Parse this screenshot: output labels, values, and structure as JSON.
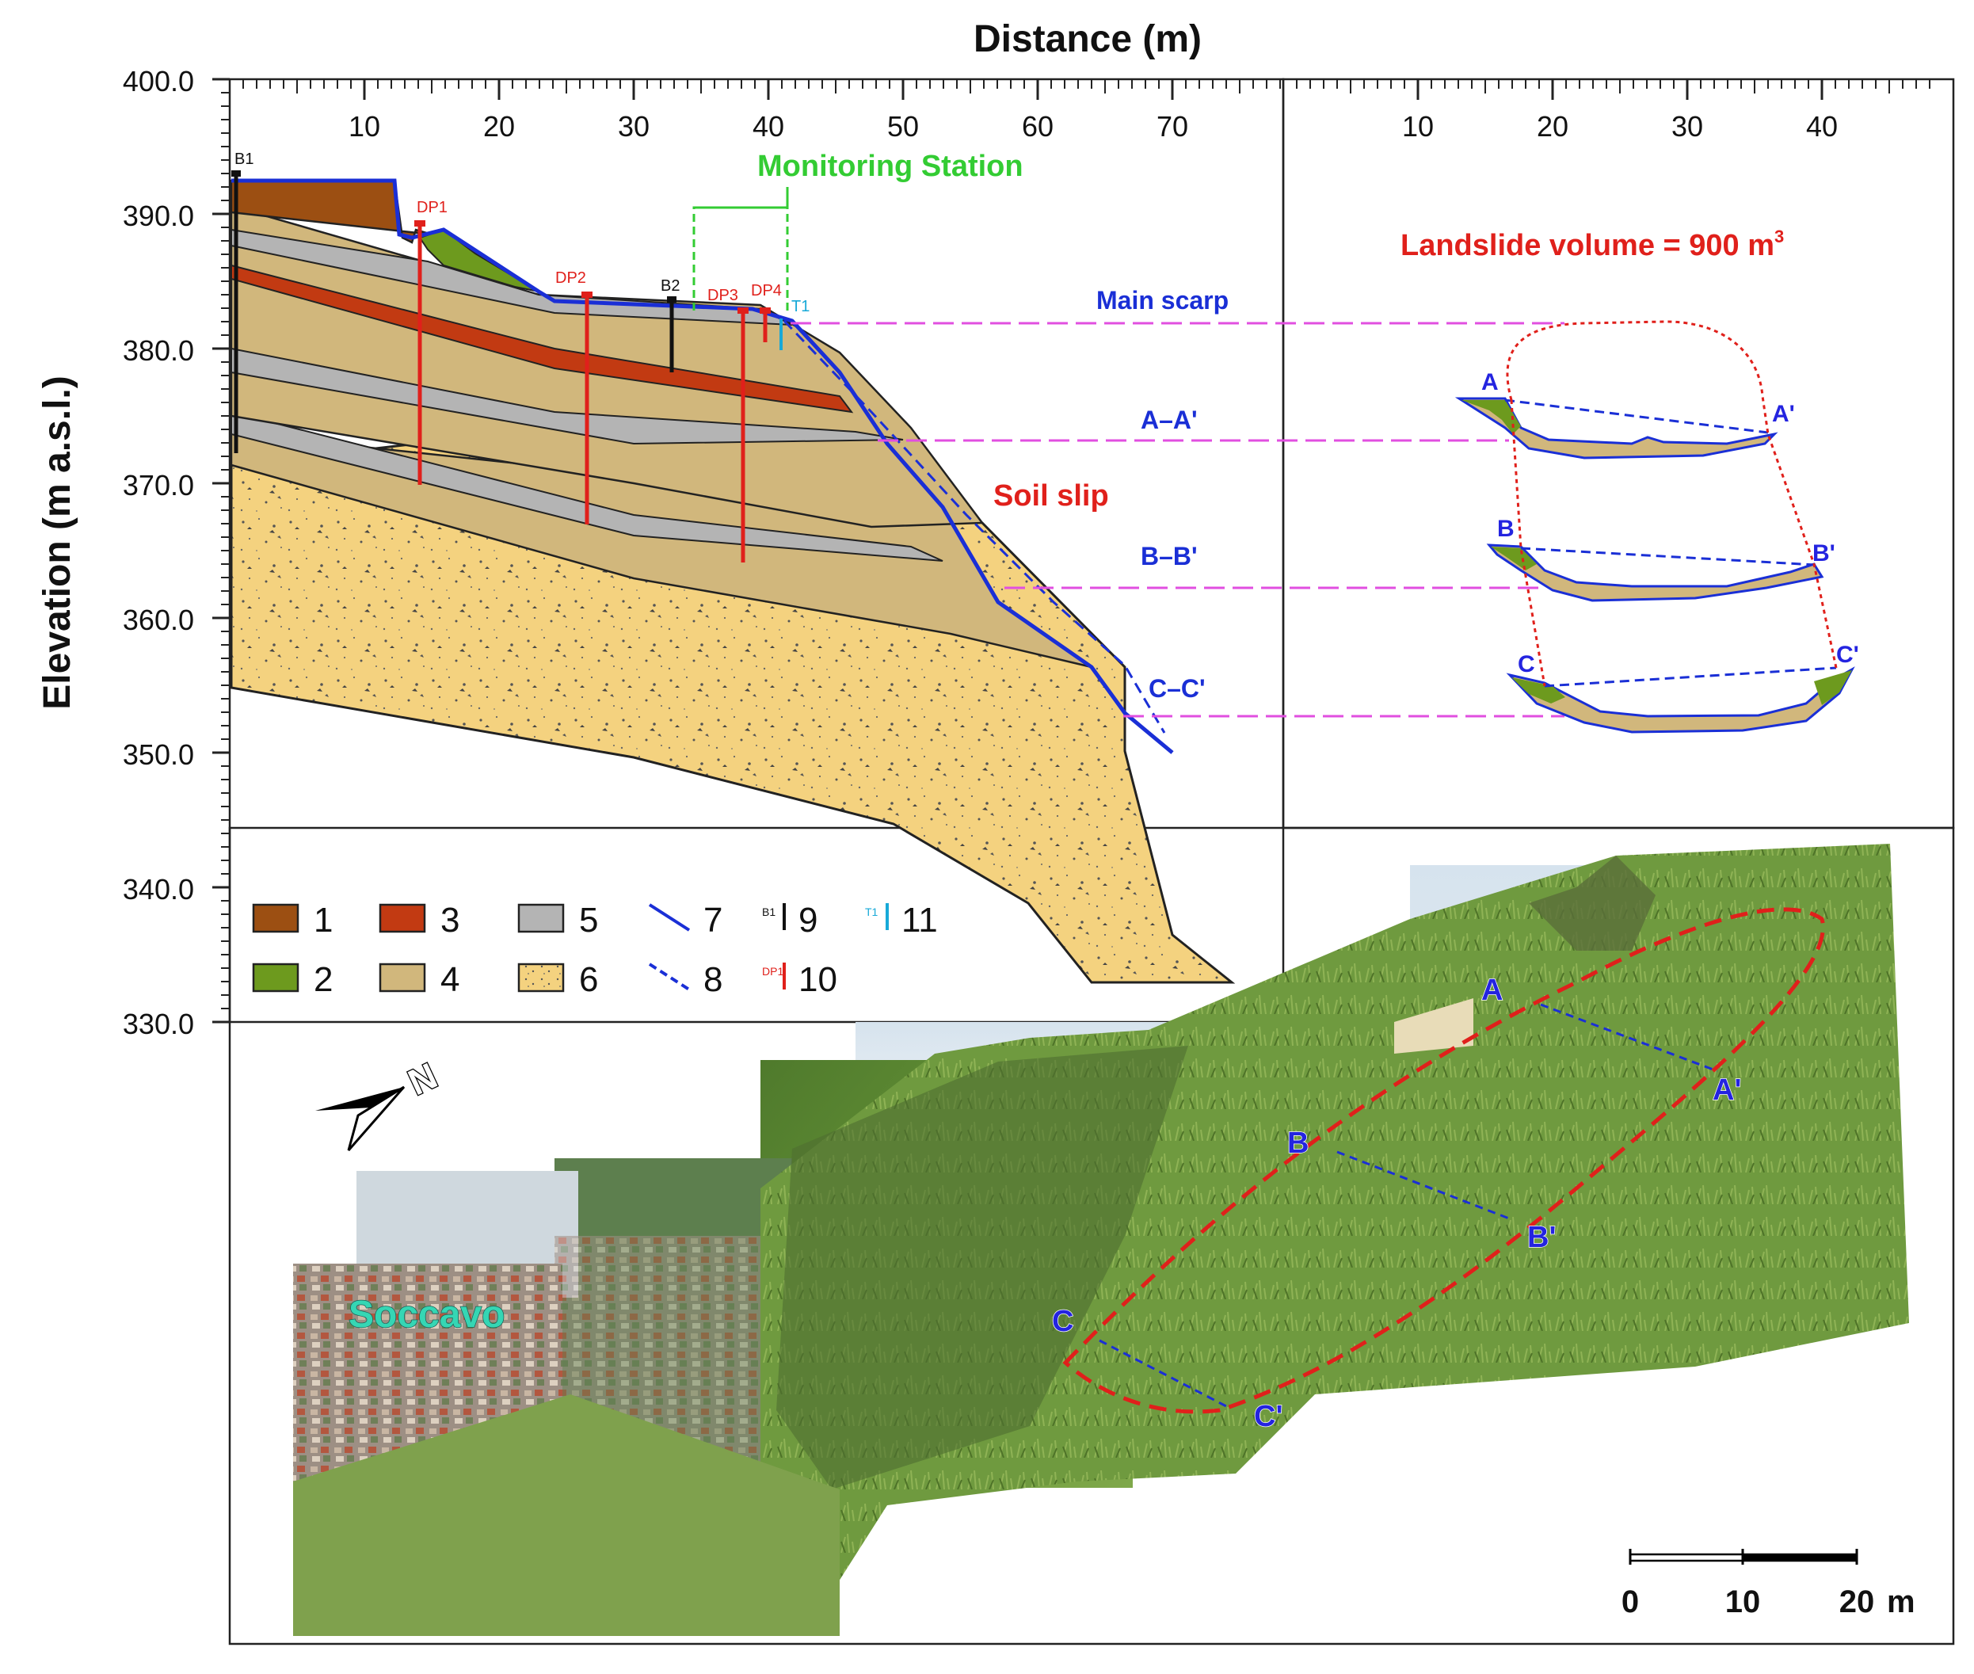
{
  "header": {
    "x_axis_title": "Distance (m)",
    "y_axis_title": "Elevation (m a.s.l.)"
  },
  "axes": {
    "elev_ticks": [
      "400.0",
      "390.0",
      "380.0",
      "370.0",
      "360.0",
      "350.0",
      "340.0",
      "330.0"
    ],
    "dist_ticks": [
      "10",
      "20",
      "30",
      "40",
      "50",
      "60",
      "70"
    ],
    "plan_ticks": [
      "10",
      "20",
      "30",
      "40"
    ]
  },
  "section": {
    "monitoring_station": "Monitoring Station",
    "soil_slip": "Soil slip",
    "main_scarp": "Main scarp",
    "profile_labels": [
      "A–A'",
      "B–B'",
      "C–C'"
    ],
    "boreholes": [
      "B1",
      "B2"
    ],
    "penetrometers": [
      "DP1",
      "DP2",
      "DP3",
      "DP4"
    ],
    "tensiometer": "T1"
  },
  "plan": {
    "volume_label": "Landslide volume = 900 m",
    "volume_exponent": "3",
    "points": [
      "A",
      "A'",
      "B",
      "B'",
      "C",
      "C'"
    ]
  },
  "legend": {
    "items": [
      {
        "num": "1",
        "kind": "fill",
        "color": "#9c4f12"
      },
      {
        "num": "2",
        "kind": "fill",
        "color": "#6d9a1e"
      },
      {
        "num": "3",
        "kind": "fill",
        "color": "#c23a12"
      },
      {
        "num": "4",
        "kind": "fill",
        "color": "#d1b77c"
      },
      {
        "num": "5",
        "kind": "fill",
        "color": "#b4b4b4"
      },
      {
        "num": "6",
        "kind": "dotted",
        "color": "#f4d27f"
      },
      {
        "num": "7",
        "kind": "line",
        "color": "#1a2fd6"
      },
      {
        "num": "8",
        "kind": "dashed",
        "color": "#1a2fd6"
      },
      {
        "num": "9",
        "kind": "borehole",
        "tag": "B1",
        "color": "#111111"
      },
      {
        "num": "10",
        "kind": "penetrometer",
        "tag": "DP1",
        "color": "#e0201b"
      },
      {
        "num": "11",
        "kind": "tensiometer",
        "tag": "T1",
        "color": "#17a9d8"
      }
    ]
  },
  "photo": {
    "location": "Soccavo",
    "points": [
      "A",
      "A'",
      "B",
      "B'",
      "C",
      "C'"
    ],
    "north": "N",
    "scale_labels": [
      "0",
      "10",
      "20"
    ],
    "scale_unit": "m"
  },
  "colors": {
    "profile_blue": "#1a2fd6",
    "landslide_red": "#e0201b",
    "guide_magenta": "#e14fe0",
    "station_green": "#33cc33",
    "location_teal": "#35d6b4"
  }
}
